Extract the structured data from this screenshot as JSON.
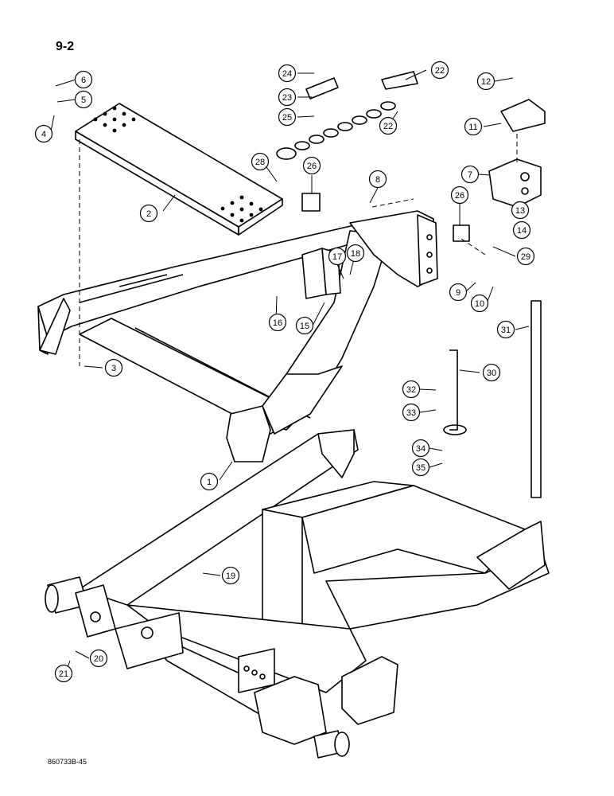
{
  "page_number": "9-2",
  "figure_code": "860733B-45",
  "callouts": [
    {
      "id": "c1",
      "label": "1"
    },
    {
      "id": "c2",
      "label": "2"
    },
    {
      "id": "c3",
      "label": "3"
    },
    {
      "id": "c4",
      "label": "4"
    },
    {
      "id": "c5",
      "label": "5"
    },
    {
      "id": "c6",
      "label": "6"
    },
    {
      "id": "c7",
      "label": "7"
    },
    {
      "id": "c8",
      "label": "8"
    },
    {
      "id": "c9",
      "label": "9"
    },
    {
      "id": "c10",
      "label": "10"
    },
    {
      "id": "c11",
      "label": "11"
    },
    {
      "id": "c12",
      "label": "12"
    },
    {
      "id": "c13",
      "label": "13"
    },
    {
      "id": "c14",
      "label": "14"
    },
    {
      "id": "c15",
      "label": "15"
    },
    {
      "id": "c16",
      "label": "16"
    },
    {
      "id": "c17",
      "label": "17"
    },
    {
      "id": "c18",
      "label": "18"
    },
    {
      "id": "c19",
      "label": "19"
    },
    {
      "id": "c20",
      "label": "20"
    },
    {
      "id": "c21",
      "label": "21"
    },
    {
      "id": "c22a",
      "label": "22"
    },
    {
      "id": "c22b",
      "label": "22"
    },
    {
      "id": "c23",
      "label": "23"
    },
    {
      "id": "c24",
      "label": "24"
    },
    {
      "id": "c25",
      "label": "25"
    },
    {
      "id": "c26a",
      "label": "26"
    },
    {
      "id": "c26b",
      "label": "26"
    },
    {
      "id": "c28",
      "label": "28"
    },
    {
      "id": "c29",
      "label": "29"
    },
    {
      "id": "c30",
      "label": "30"
    },
    {
      "id": "c31",
      "label": "31"
    },
    {
      "id": "c32",
      "label": "32"
    },
    {
      "id": "c33",
      "label": "33"
    },
    {
      "id": "c34",
      "label": "34"
    },
    {
      "id": "c35",
      "label": "35"
    }
  ]
}
